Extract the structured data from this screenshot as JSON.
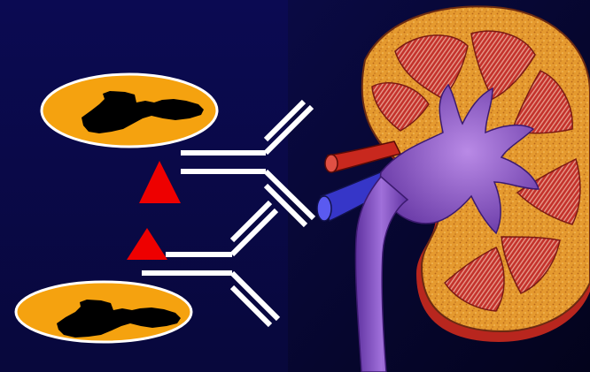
{
  "slide": {
    "colors": {
      "left_background": "#0a0a48",
      "right_background": "#06052a",
      "cell_fill": "#f5a20f",
      "cell_outline": "#ffffff",
      "nucleus": "#000000",
      "antigen": "#ee0000",
      "antibody": "#ffffff",
      "kidney_cortex": "#e9a23c",
      "kidney_pyramid": "#c0302b",
      "renal_pelvis": "#8a52c6",
      "renal_artery": "#c8281e",
      "renal_vein": "#3434c8"
    },
    "elements": {
      "cells": [
        "cell",
        "cell"
      ],
      "antigens": [
        "antigen",
        "antigen"
      ],
      "antibodies": [
        "antibody",
        "antibody"
      ],
      "organ": "kidney"
    }
  }
}
